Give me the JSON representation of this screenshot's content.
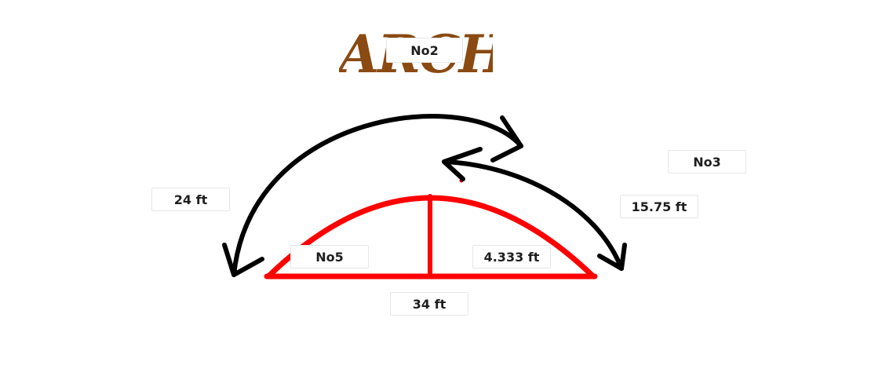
{
  "title_text": "ARCH",
  "labels": {
    "no2": "No2",
    "no3": "No3",
    "no5": "No5",
    "left_arc_length": "24 ft",
    "right_arc_length": "15.75 ft",
    "rise": "4.333 ft",
    "span": "34 ft"
  },
  "colors": {
    "title": "#8a4a12",
    "arch": "#ff0000",
    "arrows": "#000000"
  }
}
